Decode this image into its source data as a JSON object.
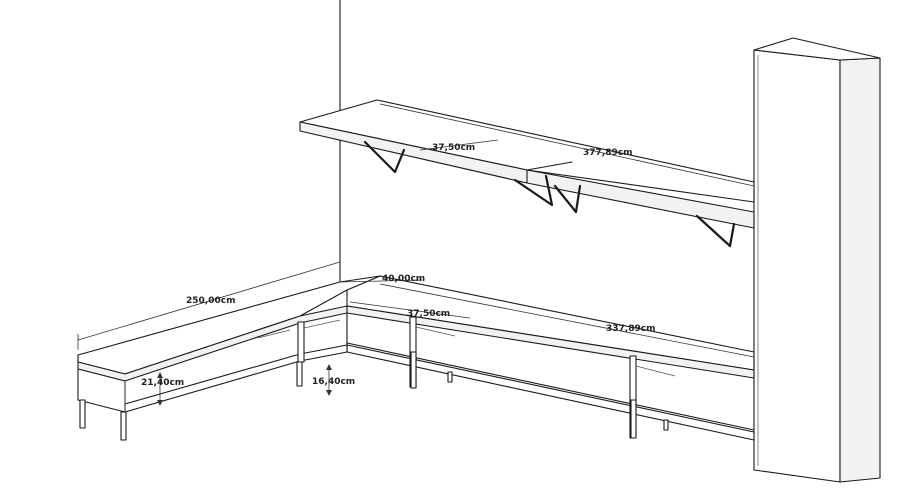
{
  "dimensions": {
    "shelf_depth": "37,50cm",
    "shelf_length": "377,89cm",
    "left_unit_length": "250,00cm",
    "corner_depth": "40,00cm",
    "unit_depth": "37,50cm",
    "unit_length": "337,89cm",
    "left_shelf_height": "21,40cm",
    "right_shelf_height": "16,40cm"
  },
  "colors": {
    "line": "#1a1a1a",
    "background": "#ffffff"
  }
}
